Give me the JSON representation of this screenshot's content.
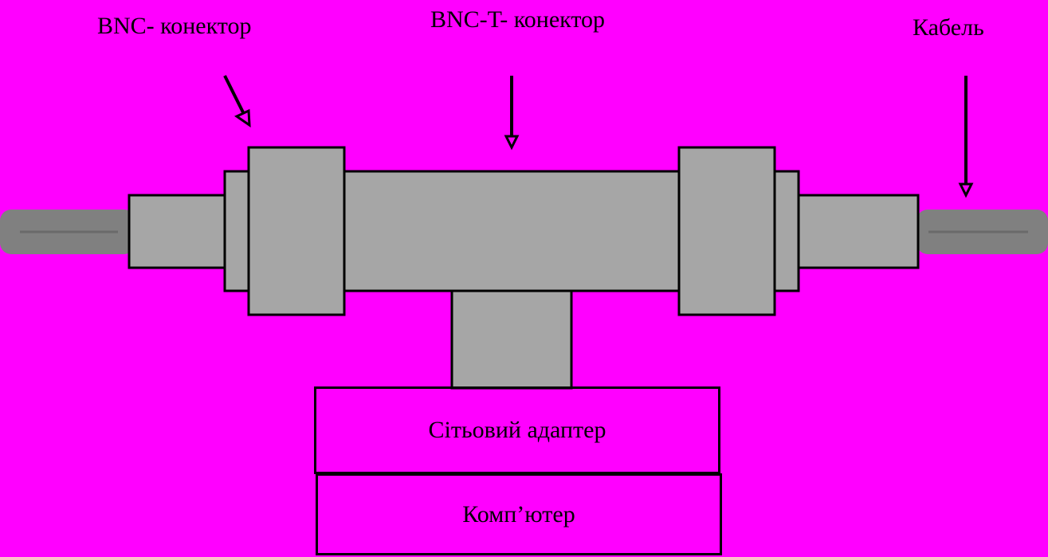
{
  "labels": {
    "bnc_connector": "BNC- конектор",
    "bnc_t_connector": "BNC-T- конектор",
    "cable": "Кабель"
  },
  "boxes": {
    "network_adapter": "Сітьовий адаптер",
    "computer": "Комп’ютер"
  },
  "colors": {
    "background": "#ff00ff",
    "connector_fill": "#a6a6a6",
    "cable_fill": "#808080",
    "outline": "#000000"
  }
}
